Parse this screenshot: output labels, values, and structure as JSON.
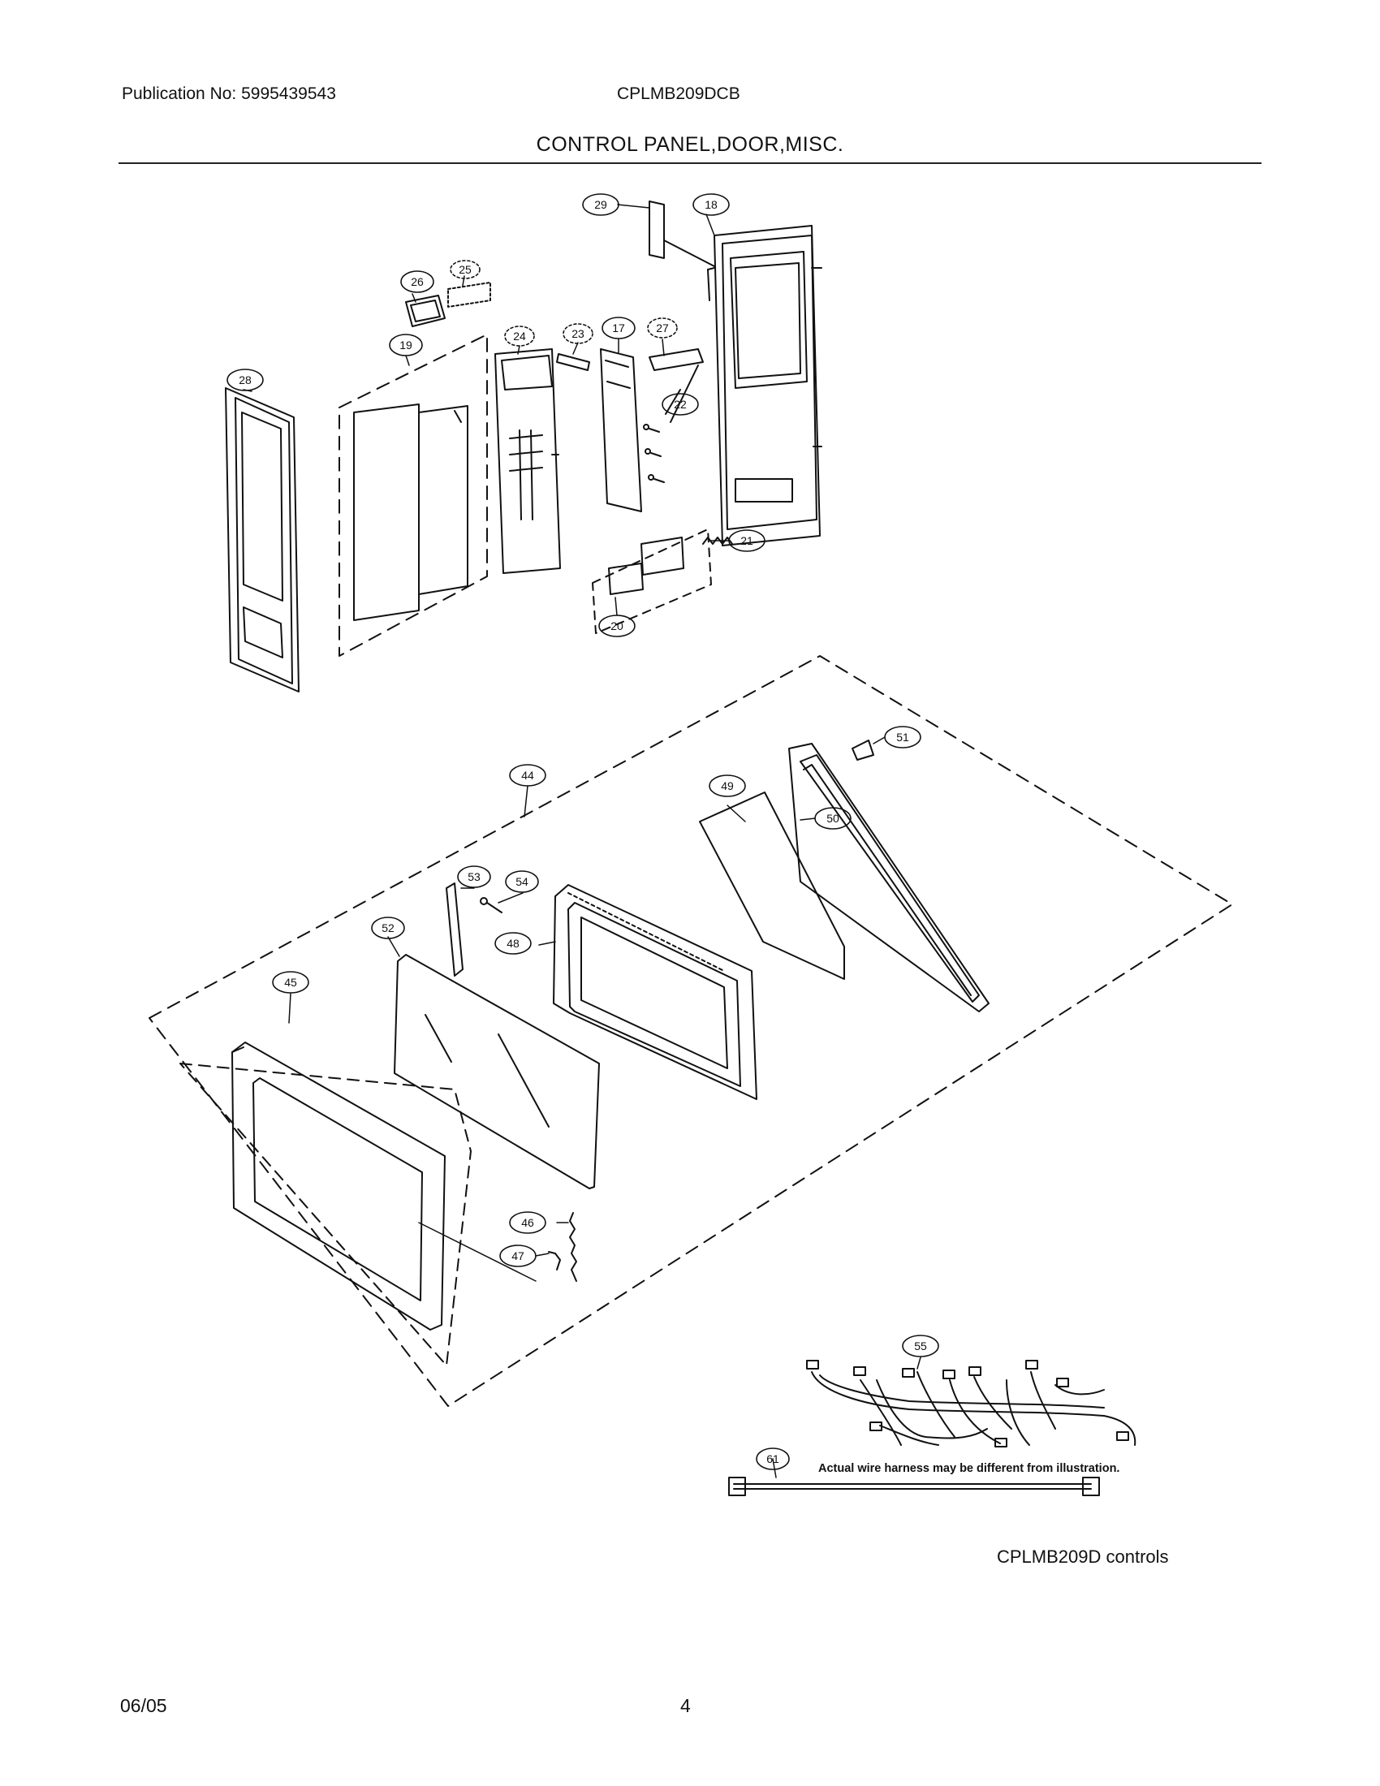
{
  "header": {
    "publication": "Publication No: 5995439543",
    "model": "CPLMB209DCB",
    "section_title": "CONTROL PANEL,DOOR,MISC."
  },
  "callouts": [
    "29",
    "18",
    "26",
    "25",
    "19",
    "24",
    "23",
    "17",
    "27",
    "28",
    "22",
    "21",
    "20",
    "44",
    "51",
    "49",
    "50",
    "53",
    "54",
    "52",
    "48",
    "45",
    "46",
    "47",
    "55",
    "61"
  ],
  "notes": {
    "harness": "Actual wire harness may be different from illustration.",
    "model_note": "CPLMB209D controls"
  },
  "footer": {
    "date": "06/05",
    "page": "4"
  }
}
